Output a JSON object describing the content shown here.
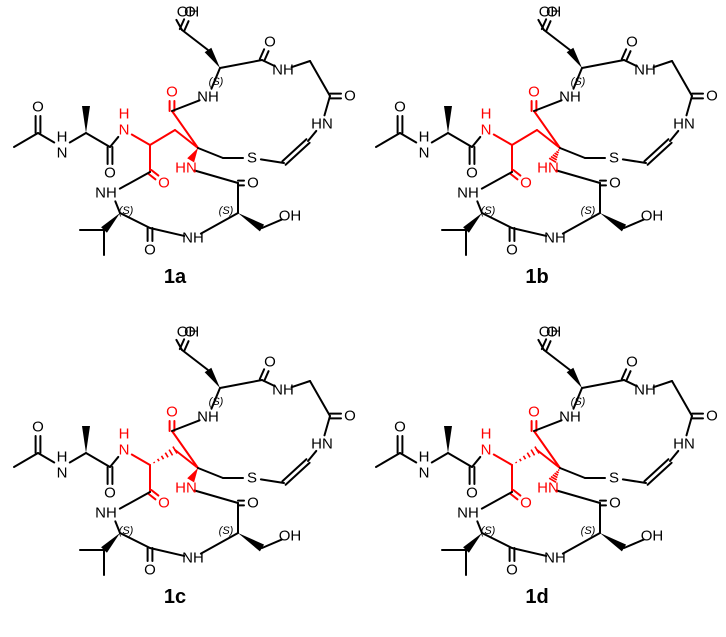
{
  "figure": {
    "colors": {
      "ink": "#000000",
      "highlight": "#ff0000",
      "background": "#ffffff"
    },
    "atom_labels": {
      "oh_acid": "OH",
      "oh": "OH",
      "o": "O",
      "nh": "NH",
      "hn": "HN",
      "n": "N",
      "h": "H",
      "s": "S"
    },
    "stereo_label": "(S)",
    "compounds": [
      {
        "label": "1a",
        "nh_bond": "wedge",
        "ch_bond": "plain"
      },
      {
        "label": "1b",
        "nh_bond": "hashed",
        "ch_bond": "plain"
      },
      {
        "label": "1c",
        "nh_bond": "wedge",
        "ch_bond": "hashed"
      },
      {
        "label": "1d",
        "nh_bond": "hashed",
        "ch_bond": "hashed"
      }
    ]
  }
}
